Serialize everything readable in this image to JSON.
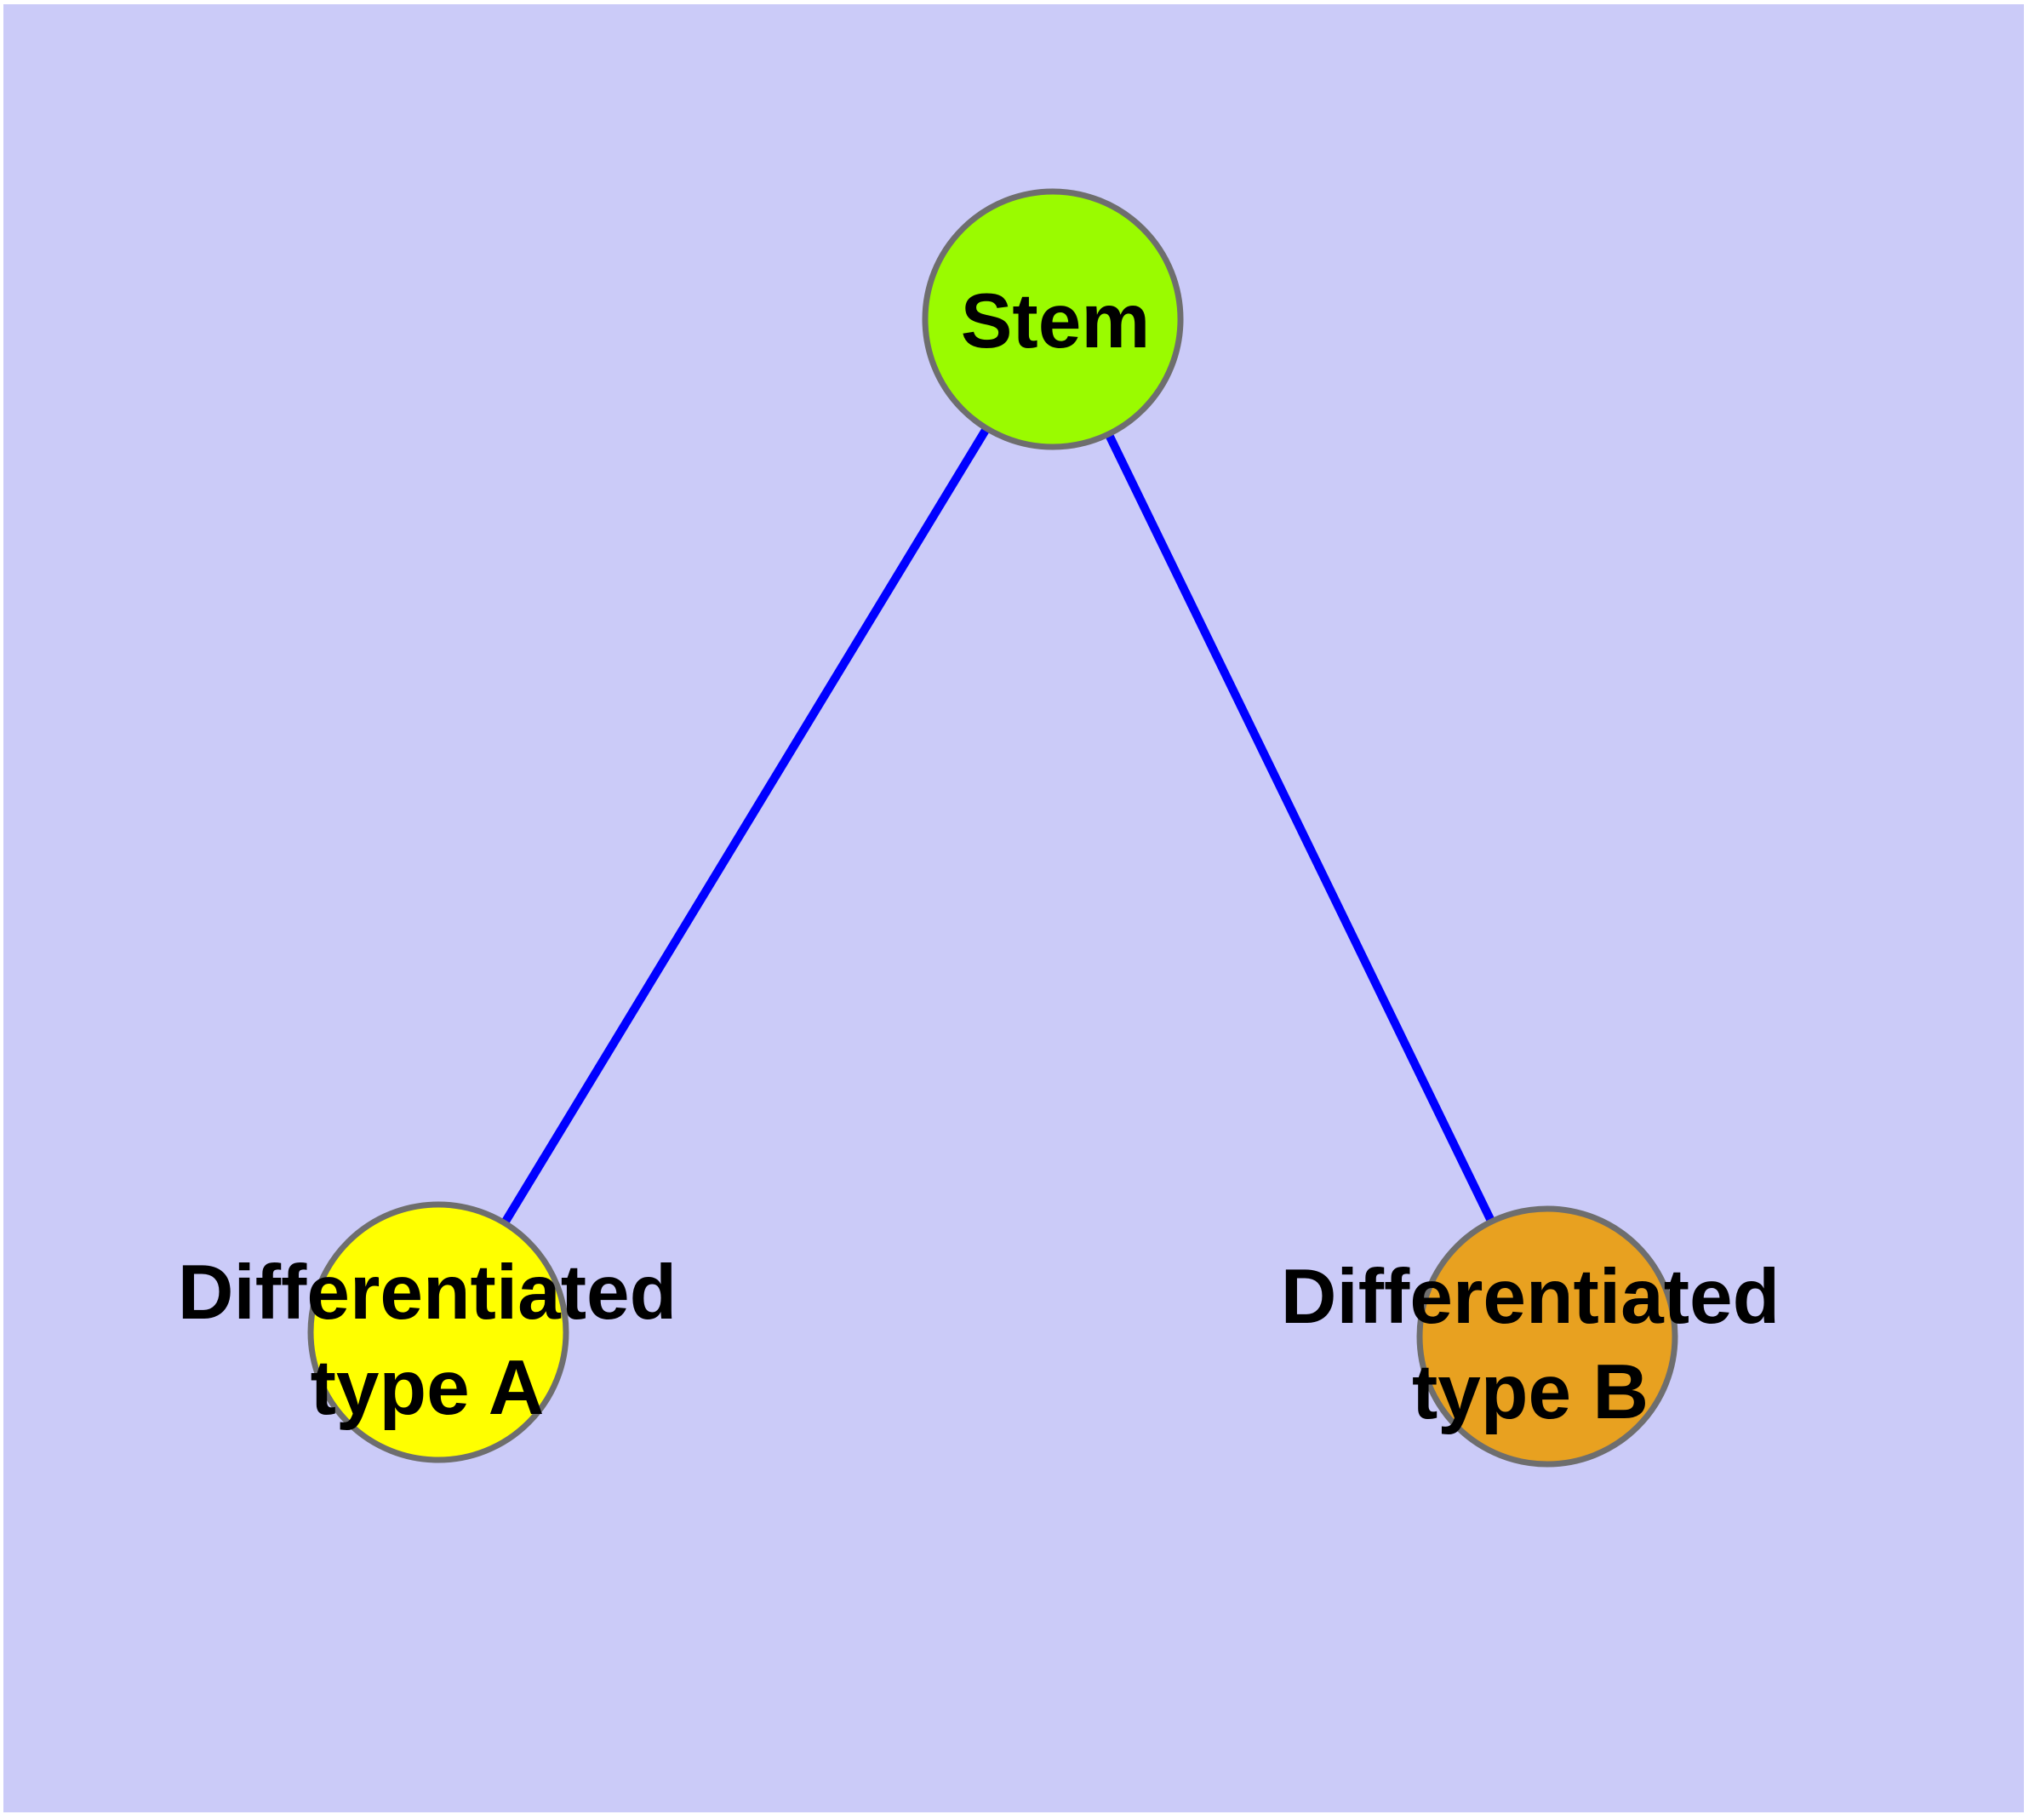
{
  "diagram": {
    "title": "",
    "background_color": "#CBCBF8",
    "margin_color": "#FFFFFF",
    "edge_color": "#0000FF",
    "node_border_color": "#6E6E6E",
    "label_color": "#000000",
    "nodes": [
      {
        "id": "stem",
        "label": "Stem",
        "fill": "#9AFB00"
      },
      {
        "id": "differentiated-type-a",
        "label_line1": "Differentiated",
        "label_line2": "type A",
        "fill": "#FFFF00"
      },
      {
        "id": "differentiated-type-b",
        "label_line1": "Differentiated",
        "label_line2": "type B",
        "fill": "#E8A120"
      }
    ],
    "edges": [
      {
        "from": "stem",
        "to": "differentiated-type-a"
      },
      {
        "from": "stem",
        "to": "differentiated-type-b"
      }
    ]
  }
}
